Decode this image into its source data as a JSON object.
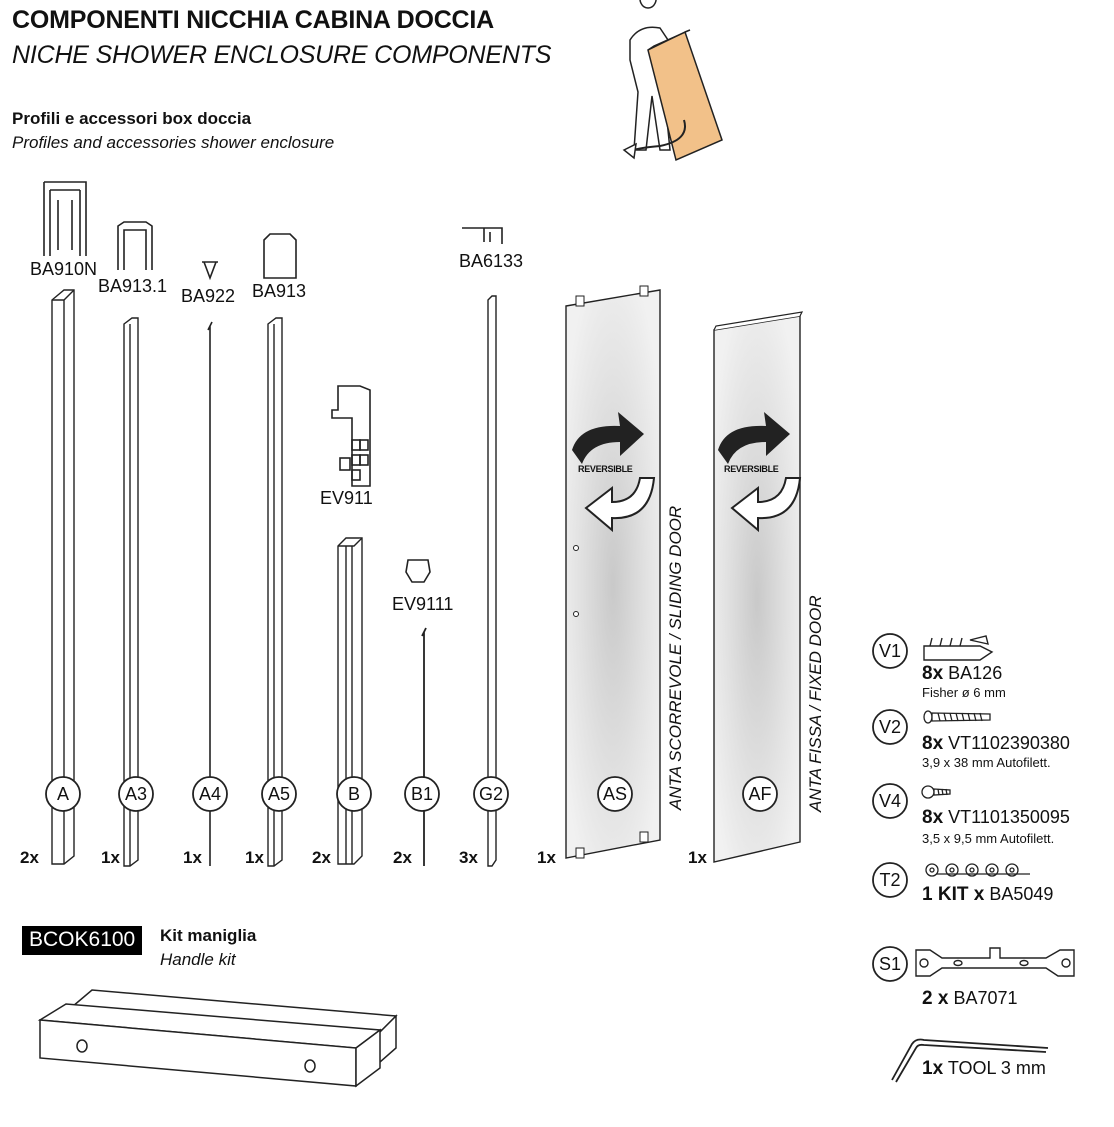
{
  "header": {
    "title_it": "COMPONENTI NICCHIA CABINA DOCCIA",
    "title_en": "NICHE SHOWER ENCLOSURE COMPONENTS",
    "subtitle_it": "Profili e accessori box doccia",
    "subtitle_en": "Profiles and accessories shower enclosure"
  },
  "profiles": [
    {
      "code": "BA910N",
      "letter": "A",
      "qty": "2x"
    },
    {
      "code": "BA913.1",
      "letter": "A3",
      "qty": "1x"
    },
    {
      "code": "BA922",
      "letter": "A4",
      "qty": "1x"
    },
    {
      "code": "BA913",
      "letter": "A5",
      "qty": "1x"
    },
    {
      "code": "EV911",
      "letter": "B",
      "qty": "2x"
    },
    {
      "code": "EV9111",
      "letter": "B1",
      "qty": "2x"
    },
    {
      "code": "BA6133",
      "letter": "G2",
      "qty": "3x"
    }
  ],
  "doors": [
    {
      "letter": "AS",
      "qty": "1x",
      "label": "ANTA SCORREVOLE / SLIDING DOOR",
      "reversible": "REVERSIBLE"
    },
    {
      "letter": "AF",
      "qty": "1x",
      "label": "ANTA FISSA / FIXED DOOR",
      "reversible": "REVERSIBLE"
    }
  ],
  "hardware": [
    {
      "letter": "V1",
      "qty": "8x",
      "code": "BA126",
      "note": "Fisher ø 6 mm"
    },
    {
      "letter": "V2",
      "qty": "8x",
      "code": "VT1102390380",
      "note": "3,9 x 38 mm Autofilett."
    },
    {
      "letter": "V4",
      "qty": "8x",
      "code": "VT1101350095",
      "note": "3,5 x 9,5 mm Autofilett."
    },
    {
      "letter": "T2",
      "qty": "1 KIT x",
      "code": "BA5049"
    },
    {
      "letter": "S1",
      "qty": "2 x",
      "code": "BA7071"
    },
    {
      "qty": "1x",
      "code": "TOOL 3 mm"
    }
  ],
  "handle_kit": {
    "code": "BCOK6100",
    "label_it": "Kit maniglia",
    "label_en": "Handle kit"
  }
}
